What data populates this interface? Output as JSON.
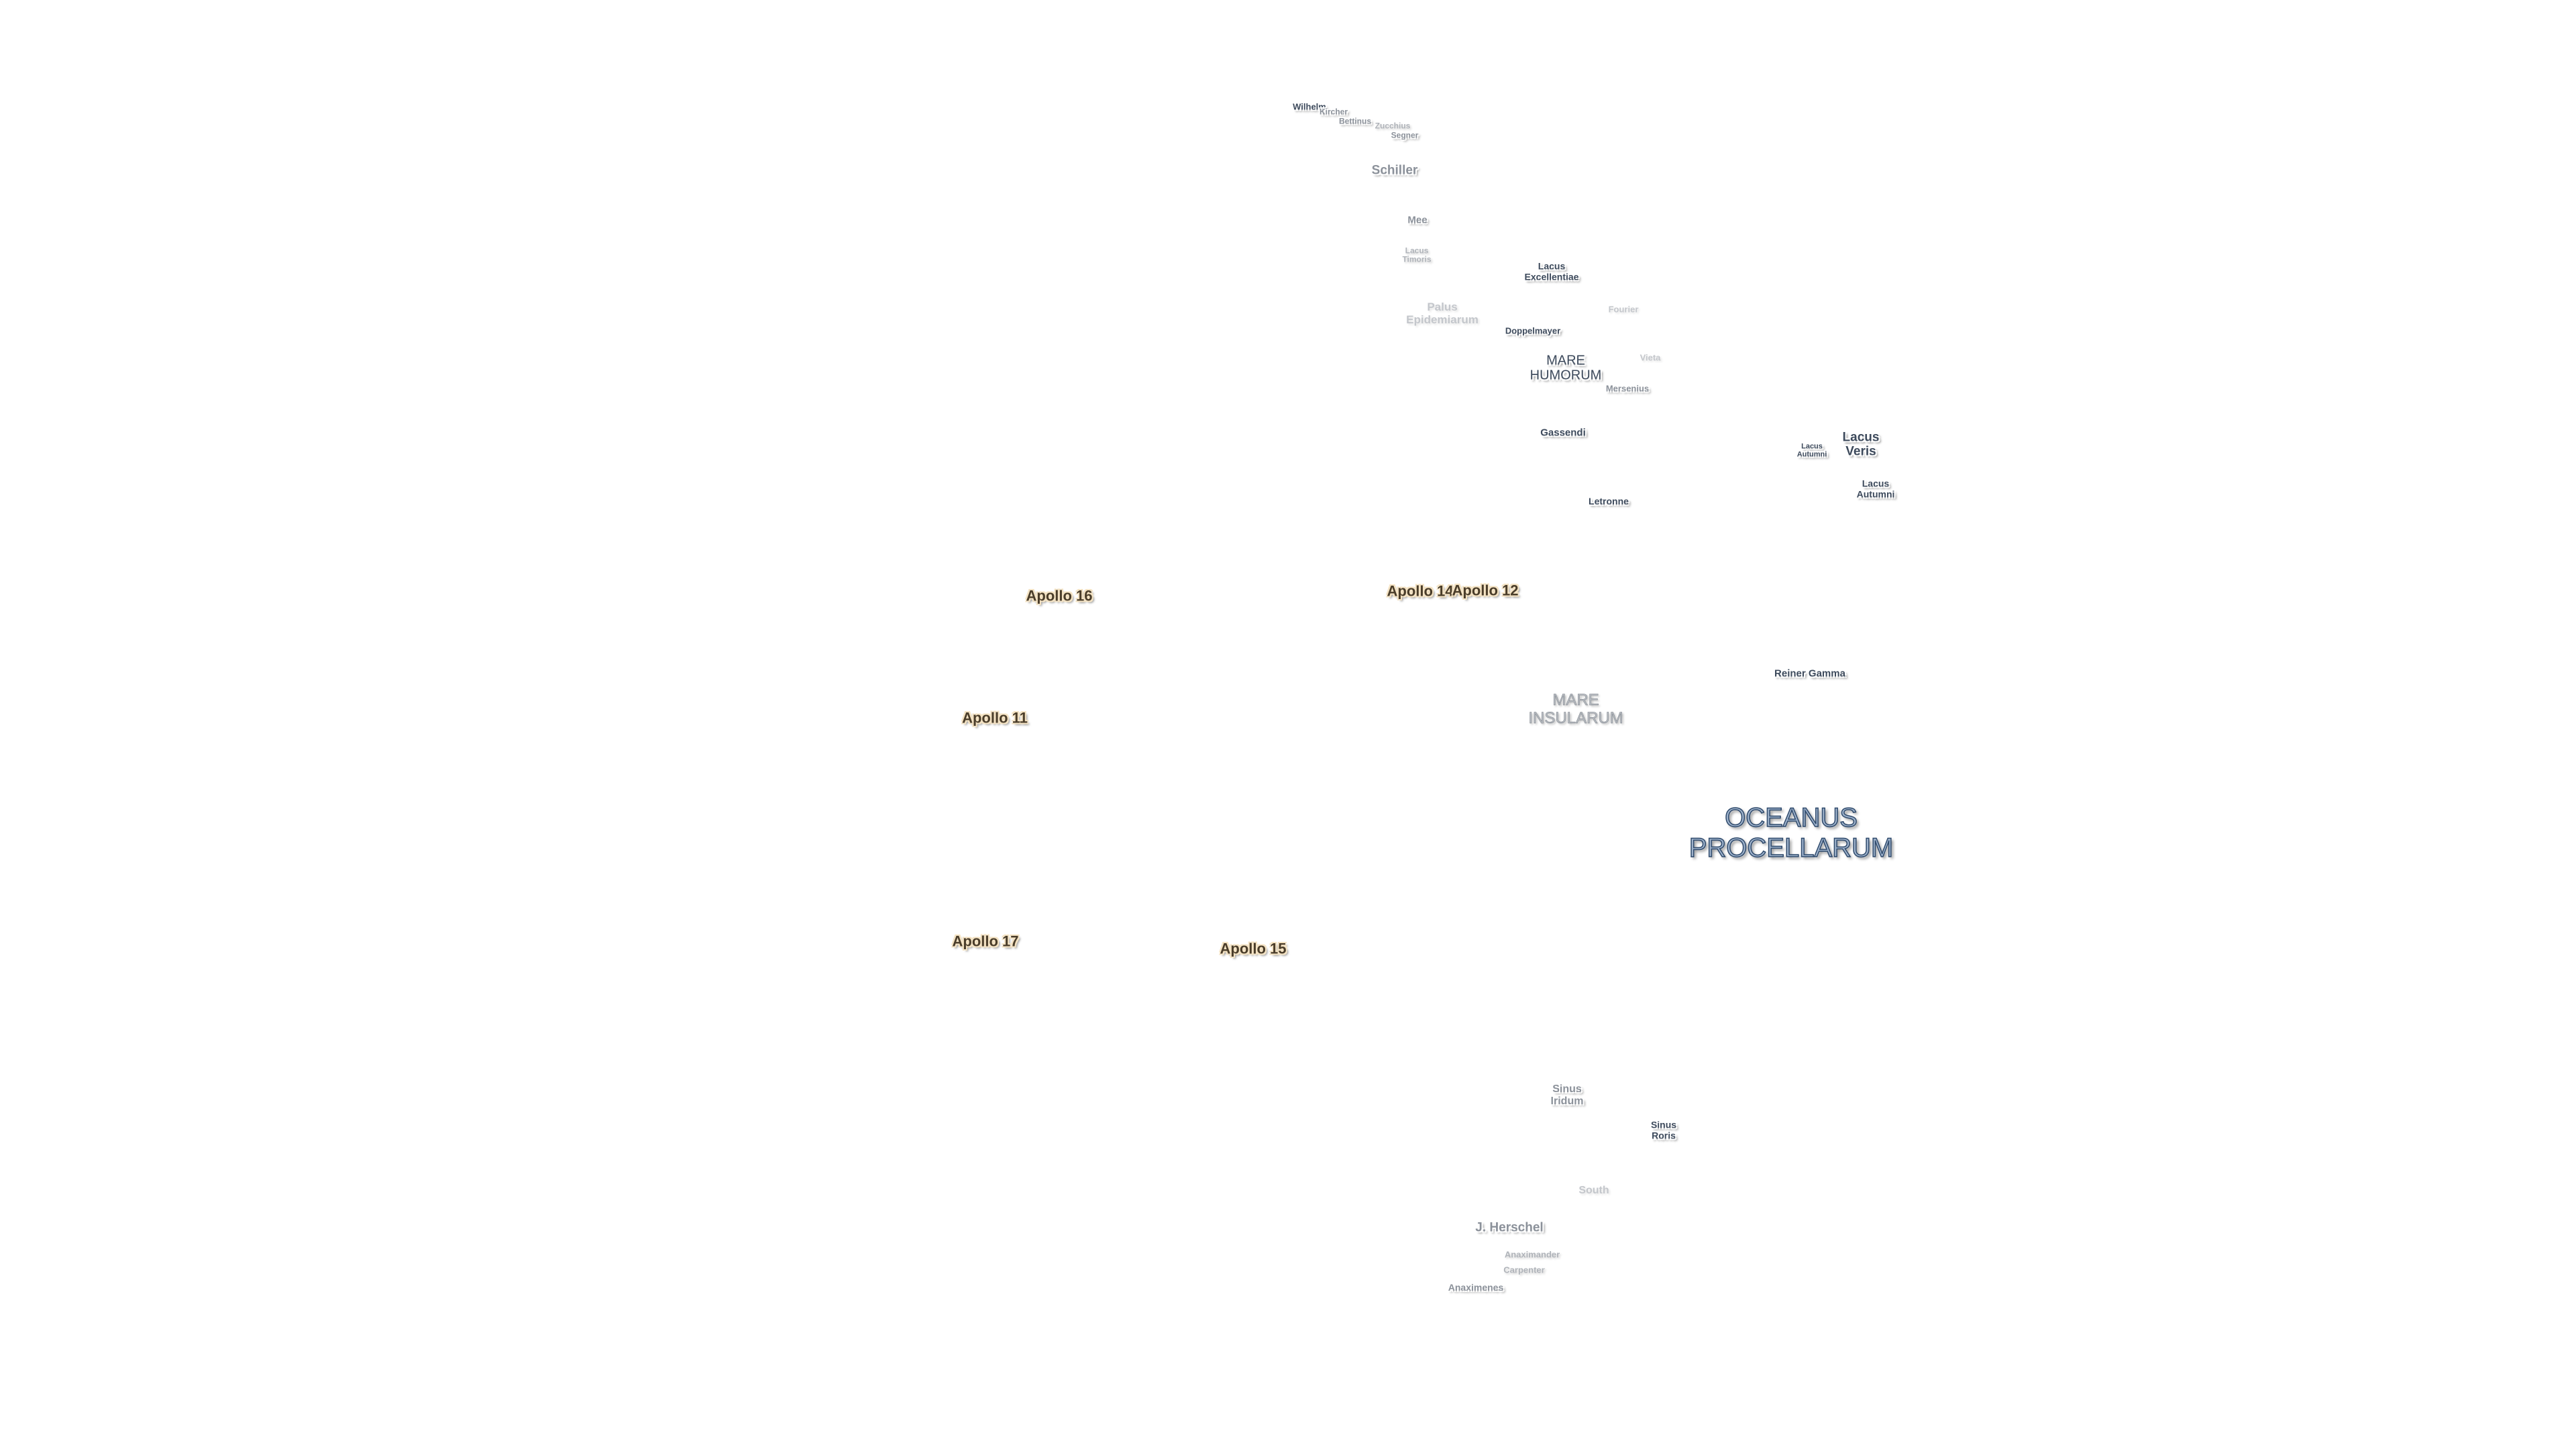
{
  "labels": {
    "wilhelm": "Wilhelm",
    "kircher": "Kircher",
    "bettinus": "Bettinus",
    "zucchius": "Zucchius",
    "segner": "Segner",
    "schiller": "Schiller",
    "mee": "Mee",
    "lacus_timoris": "Lacus\nTimoris",
    "lacus_excellentiae": "Lacus\nExcellentiae",
    "palus_epidemiarum": "Palus\nEpidemiarum",
    "fourier": "Fourier",
    "doppelmayer": "Doppelmayer",
    "mare_humorum": "MARE\nHUMORUM",
    "vieta": "Vieta",
    "mersenius": "Mersenius",
    "gassendi": "Gassendi",
    "lacus_veris": "Lacus\nVeris",
    "lacus_autumni_small": "Lacus\nAutumni",
    "lacus_autumni": "Lacus\nAutumni",
    "letronne": "Letronne",
    "reiner_gamma": "Reiner Gamma",
    "mare_insularum": "MARE\nINSULARUM",
    "oceanus_procellarum": "OCEANUS\nPROCELLARUM",
    "sinus_iridum": "Sinus\nIridum",
    "sinus_roris": "Sinus\nRoris",
    "south": "South",
    "j_herschel": "J. Herschel",
    "anaximander": "Anaximander",
    "carpenter": "Carpenter",
    "anaximenes": "Anaximenes"
  },
  "apollo_sites": {
    "apollo_11": "Apollo 11",
    "apollo_12": "Apollo 12",
    "apollo_14": "Apollo 14",
    "apollo_15": "Apollo 15",
    "apollo_16": "Apollo 16",
    "apollo_17": "Apollo 17"
  }
}
